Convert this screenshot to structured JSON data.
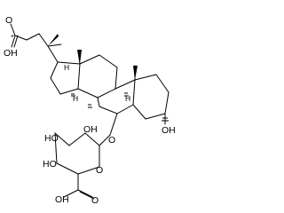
{
  "diagram": {
    "atom_labels": {
      "acid_o_top": "O",
      "acid_oh_top": "OH",
      "h17": "H",
      "h14": "H",
      "h9": "H",
      "oh3": "OH",
      "oh_sugar_2": "OH",
      "ho_sugar_3": "HO",
      "ho_sugar_4": "HO",
      "o_glycosidic": "O",
      "o_ring": "O",
      "oh_carboxyl": "OH",
      "o_carbonyl": "O"
    }
  }
}
